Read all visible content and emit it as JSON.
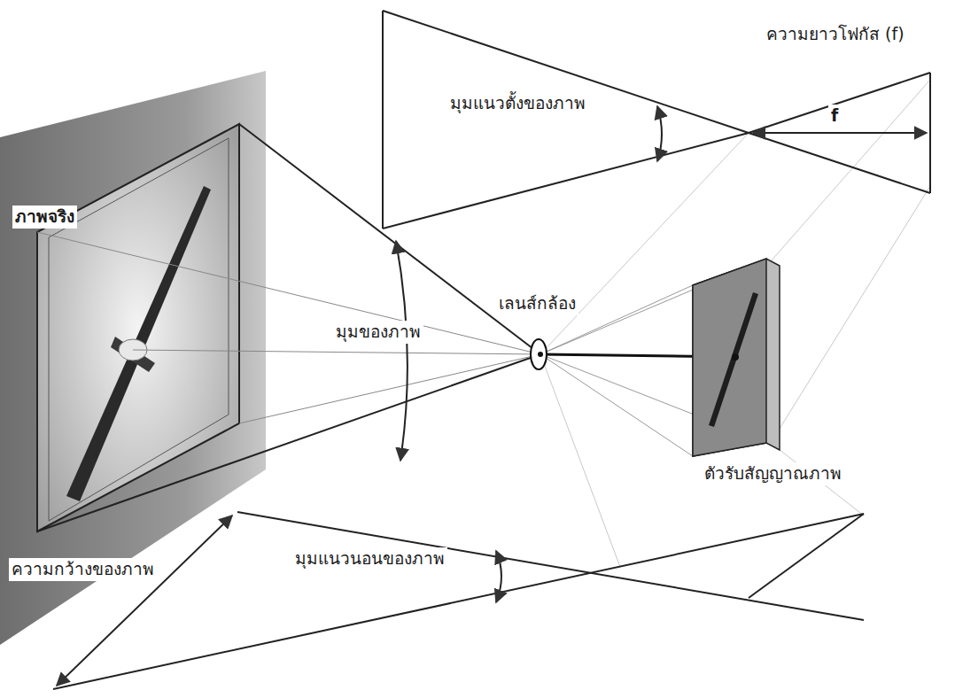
{
  "diagram": {
    "labels": [
      "ความยาวโฟกัส (f)",
      "มุมแนวตั้งของภาพ",
      "f",
      "ภาพจริง",
      "มุมของภาพ",
      "เลนส์กล้อง",
      "ตัวรับสัญญาณภาพ",
      "มุมแนวนอนของภาพ",
      "ความกว้างของภาพ"
    ]
  }
}
